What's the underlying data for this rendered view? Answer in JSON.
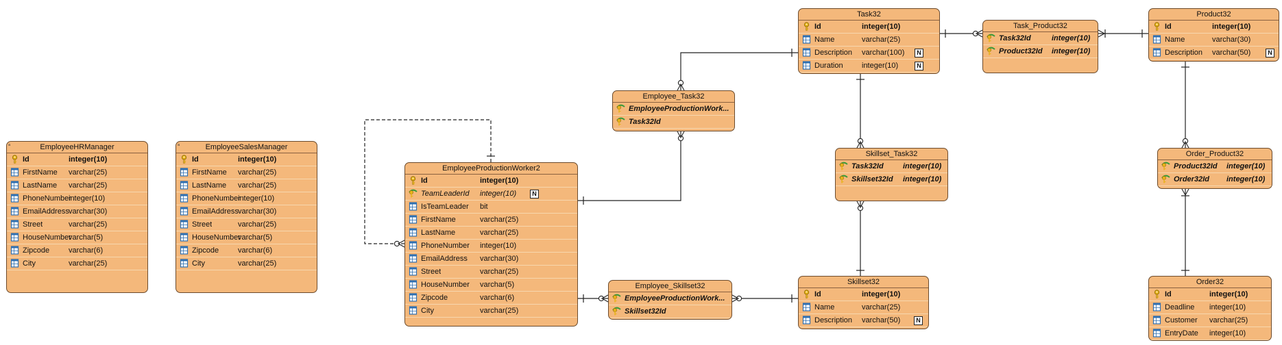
{
  "entities": [
    {
      "id": "EmployeeHRManager",
      "title": "EmployeeHRManager",
      "typeCol": 90,
      "columns": [
        {
          "name": "Id",
          "type": "integer(10)",
          "kind": "pk"
        },
        {
          "name": "FirstName",
          "type": "varchar(25)",
          "kind": "col"
        },
        {
          "name": "LastName",
          "type": "varchar(25)",
          "kind": "col"
        },
        {
          "name": "PhoneNumber",
          "type": "integer(10)",
          "kind": "col"
        },
        {
          "name": "EmailAddress",
          "type": "varchar(30)",
          "kind": "col"
        },
        {
          "name": "Street",
          "type": "varchar(25)",
          "kind": "col"
        },
        {
          "name": "HouseNumber",
          "type": "varchar(5)",
          "kind": "col"
        },
        {
          "name": "Zipcode",
          "type": "varchar(6)",
          "kind": "col"
        },
        {
          "name": "City",
          "type": "varchar(25)",
          "kind": "col"
        }
      ]
    },
    {
      "id": "EmployeeSalesManager",
      "title": "EmployeeSalesManager",
      "typeCol": 90,
      "columns": [
        {
          "name": "Id",
          "type": "integer(10)",
          "kind": "pk"
        },
        {
          "name": "FirstName",
          "type": "varchar(25)",
          "kind": "col"
        },
        {
          "name": "LastName",
          "type": "varchar(25)",
          "kind": "col"
        },
        {
          "name": "PhoneNumber",
          "type": "integer(10)",
          "kind": "col"
        },
        {
          "name": "EmailAddress",
          "type": "varchar(30)",
          "kind": "col"
        },
        {
          "name": "Street",
          "type": "varchar(25)",
          "kind": "col"
        },
        {
          "name": "HouseNumber",
          "type": "varchar(5)",
          "kind": "col"
        },
        {
          "name": "Zipcode",
          "type": "varchar(6)",
          "kind": "col"
        },
        {
          "name": "City",
          "type": "varchar(25)",
          "kind": "col"
        }
      ]
    },
    {
      "id": "EmployeeProductionWorker2",
      "title": "EmployeeProductionWorker2",
      "typeCol": 109,
      "columns": [
        {
          "name": "Id",
          "type": "integer(10)",
          "kind": "pk"
        },
        {
          "name": "TeamLeaderId",
          "type": "integer(10)",
          "kind": "fk",
          "nullable": true
        },
        {
          "name": "IsTeamLeader",
          "type": "bit",
          "kind": "col"
        },
        {
          "name": "FirstName",
          "type": "varchar(25)",
          "kind": "col"
        },
        {
          "name": "LastName",
          "type": "varchar(25)",
          "kind": "col"
        },
        {
          "name": "PhoneNumber",
          "type": "integer(10)",
          "kind": "col"
        },
        {
          "name": "EmailAddress",
          "type": "varchar(30)",
          "kind": "col"
        },
        {
          "name": "Street",
          "type": "varchar(25)",
          "kind": "col"
        },
        {
          "name": "HouseNumber",
          "type": "varchar(5)",
          "kind": "col"
        },
        {
          "name": "Zipcode",
          "type": "varchar(6)",
          "kind": "col"
        },
        {
          "name": "City",
          "type": "varchar(25)",
          "kind": "col"
        }
      ]
    },
    {
      "id": "Employee_Task32",
      "title": "Employee_Task32",
      "typeCol": 0,
      "columns": [
        {
          "name": "EmployeeProductionWork...",
          "type": "",
          "kind": "pkfk"
        },
        {
          "name": "Task32Id",
          "type": "",
          "kind": "pkfk"
        }
      ]
    },
    {
      "id": "Employee_Skillset32",
      "title": "Employee_Skillset32",
      "typeCol": 0,
      "columns": [
        {
          "name": "EmployeeProductionWork...",
          "type": "",
          "kind": "pkfk"
        },
        {
          "name": "Skillset32Id",
          "type": "",
          "kind": "pkfk"
        }
      ]
    },
    {
      "id": "Task32",
      "title": "Task32",
      "typeCol": 92,
      "columns": [
        {
          "name": "Id",
          "type": "integer(10)",
          "kind": "pk"
        },
        {
          "name": "Name",
          "type": "varchar(25)",
          "kind": "col"
        },
        {
          "name": "Description",
          "type": "varchar(100)",
          "kind": "col",
          "nullable": true
        },
        {
          "name": "Duration",
          "type": "integer(10)",
          "kind": "col",
          "nullable": true
        }
      ]
    },
    {
      "id": "Skillset_Task32",
      "title": "Skillset_Task32",
      "typeCol": 98,
      "columns": [
        {
          "name": "Task32Id",
          "type": "integer(10)",
          "kind": "pkfk"
        },
        {
          "name": "Skillset32Id",
          "type": "integer(10)",
          "kind": "pkfk"
        }
      ]
    },
    {
      "id": "Skillset32",
      "title": "Skillset32",
      "typeCol": 92,
      "columns": [
        {
          "name": "Id",
          "type": "integer(10)",
          "kind": "pk"
        },
        {
          "name": "Name",
          "type": "varchar(25)",
          "kind": "col"
        },
        {
          "name": "Description",
          "type": "varchar(50)",
          "kind": "col",
          "nullable": true
        }
      ]
    },
    {
      "id": "Task_Product32",
      "title": "Task_Product32",
      "typeCol": 100,
      "columns": [
        {
          "name": "Task32Id",
          "type": "integer(10)",
          "kind": "pkfk"
        },
        {
          "name": "Product32Id",
          "type": "integer(10)",
          "kind": "pkfk"
        }
      ]
    },
    {
      "id": "Product32",
      "title": "Product32",
      "typeCol": 92,
      "columns": [
        {
          "name": "Id",
          "type": "integer(10)",
          "kind": "pk"
        },
        {
          "name": "Name",
          "type": "varchar(30)",
          "kind": "col"
        },
        {
          "name": "Description",
          "type": "varchar(50)",
          "kind": "col",
          "nullable": true
        }
      ]
    },
    {
      "id": "Order_Product32",
      "title": "Order_Product32",
      "typeCol": 100,
      "columns": [
        {
          "name": "Product32Id",
          "type": "integer(10)",
          "kind": "pkfk"
        },
        {
          "name": "Order32Id",
          "type": "integer(10)",
          "kind": "pkfk"
        }
      ]
    },
    {
      "id": "Order32",
      "title": "Order32",
      "typeCol": 88,
      "columns": [
        {
          "name": "Id",
          "type": "integer(10)",
          "kind": "pk"
        },
        {
          "name": "Deadline",
          "type": "integer(10)",
          "kind": "col"
        },
        {
          "name": "Customer",
          "type": "varchar(25)",
          "kind": "col"
        },
        {
          "name": "EntryDate",
          "type": "integer(10)",
          "kind": "col"
        }
      ]
    }
  ],
  "null_badge": "N",
  "colors": {
    "entity_fill": "#f4b87b",
    "entity_border": "#6b4a2c",
    "line": "#222222",
    "pk_key": "#e8b21a",
    "fk_key": "#3a9a3a",
    "col_icon": "#2f6fb0"
  }
}
